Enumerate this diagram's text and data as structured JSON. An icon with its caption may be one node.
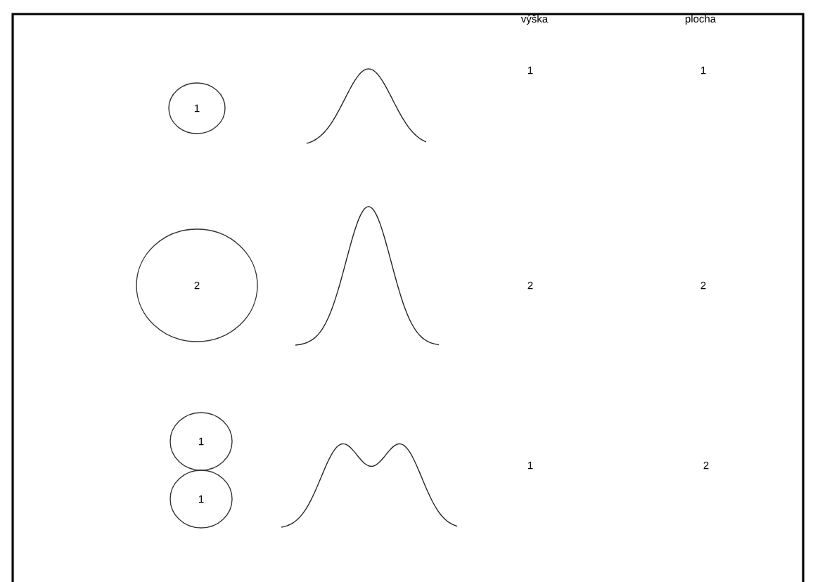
{
  "diagram": {
    "nodes": [
      {
        "text": [
          "1"
        ]
      },
      {
        "text": [
          "2"
        ]
      },
      {
        "text": [
          "1"
        ]
      },
      {
        "text": [
          "1"
        ]
      }
    ],
    "labels": [
      "výška",
      "plocha",
      "1",
      "1",
      "2",
      "2",
      "1",
      "2"
    ]
  }
}
